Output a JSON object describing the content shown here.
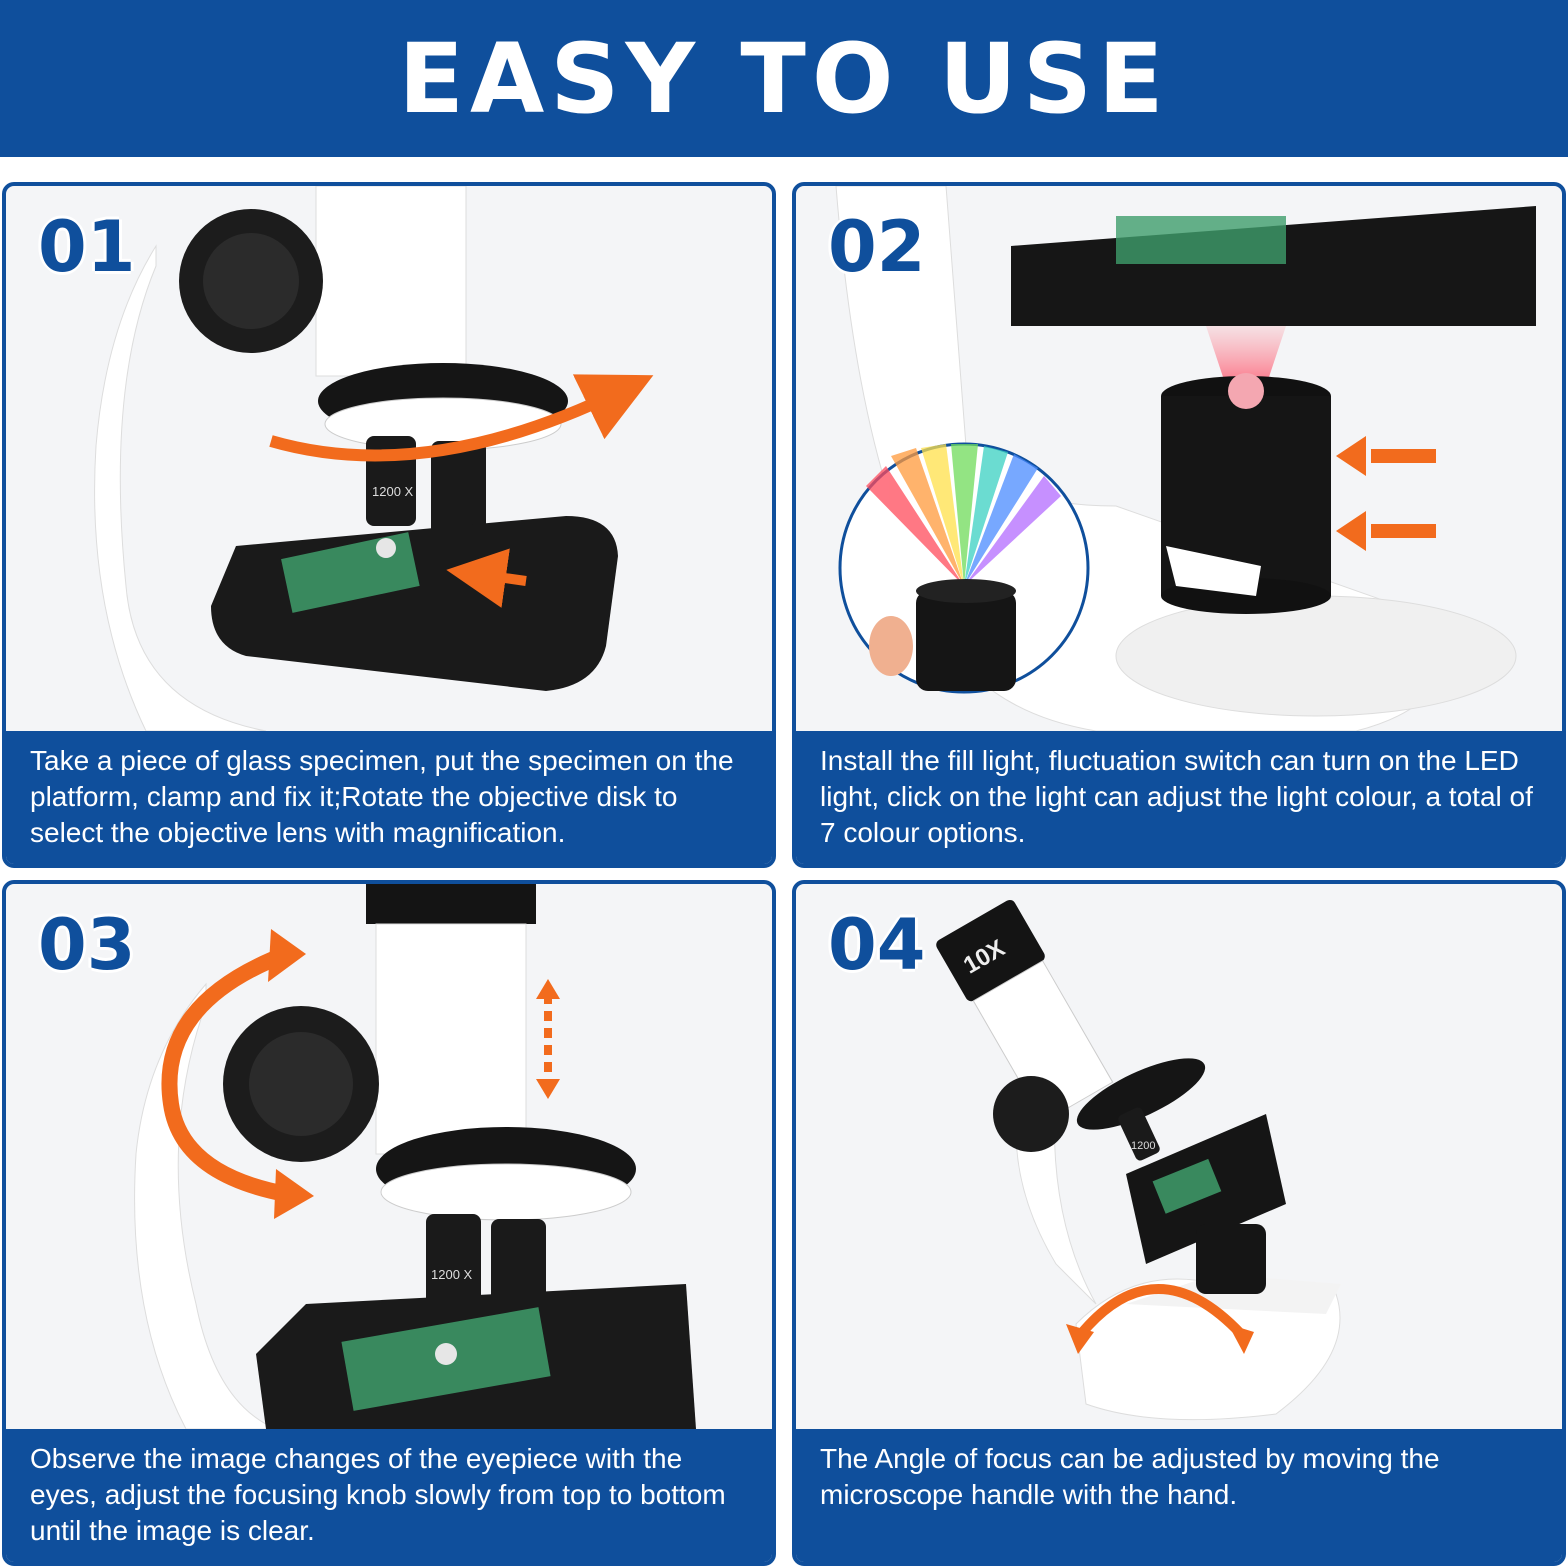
{
  "header": {
    "title": "EASY TO USE"
  },
  "colors": {
    "brand_blue": "#0f4f9c",
    "arrow_orange": "#f26b1d"
  },
  "steps": [
    {
      "number": "01",
      "text": "Take a piece of glass specimen, put the specimen on the platform, clamp and fix it;Rotate the objective disk to select the objective lens with magnification.",
      "lens_label": "1200 X"
    },
    {
      "number": "02",
      "text": "Install the fill light, fluctuation switch can turn on the LED light, click on the light can adjust the light colour, a total of 7 colour options."
    },
    {
      "number": "03",
      "text": "Observe the image changes of the eyepiece with the eyes, adjust the focusing knob slowly from top to bottom until the image is clear.",
      "lens_label": "1200 X"
    },
    {
      "number": "04",
      "text": "The Angle of focus can be adjusted by moving the microscope handle with the hand.",
      "eyepiece_label": "10X",
      "lens_label": "1200"
    }
  ]
}
